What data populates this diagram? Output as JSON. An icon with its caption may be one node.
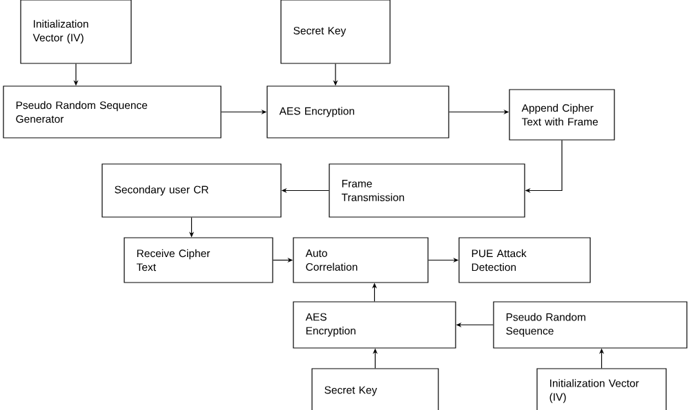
{
  "diagram": {
    "nodes": [
      {
        "text": [
          "Initialization Vector (IV)"
        ]
      },
      {
        "text": [
          "Secret Key"
        ]
      },
      {
        "text": [
          "Pseudo Random Sequence Generator"
        ]
      },
      {
        "text": [
          "AES Encryption"
        ]
      },
      {
        "text": [
          "Append Cipher Text with Frame"
        ]
      },
      {
        "text": [
          "Frame Transmission"
        ]
      },
      {
        "text": [
          "Secondary user CR"
        ]
      },
      {
        "text": [
          "Receive Cipher Text"
        ]
      },
      {
        "text": [
          "Auto Correlation"
        ]
      },
      {
        "text": [
          "PUE Attack Detection"
        ]
      },
      {
        "text": [
          "AES Encryption"
        ]
      },
      {
        "text": [
          "Pseudo Random Sequence"
        ]
      },
      {
        "text": [
          "Secret Key"
        ]
      },
      {
        "text": [
          "Initialization Vector (IV)"
        ]
      }
    ],
    "edges": [
      {
        "from": 0,
        "to": 2,
        "arrow": "to"
      },
      {
        "from": 1,
        "to": 3,
        "arrow": "to"
      },
      {
        "from": 2,
        "to": 3,
        "arrow": "to"
      },
      {
        "from": 3,
        "to": 4,
        "arrow": "to"
      },
      {
        "from": 4,
        "to": 5,
        "arrow": "to"
      },
      {
        "from": 5,
        "to": 6,
        "arrow": "to"
      },
      {
        "from": 6,
        "to": 7,
        "arrow": "to"
      },
      {
        "from": 7,
        "to": 8,
        "arrow": "to"
      },
      {
        "from": 8,
        "to": 9,
        "arrow": "to"
      },
      {
        "from": 10,
        "to": 8,
        "arrow": "to"
      },
      {
        "from": 11,
        "to": 10,
        "arrow": "to"
      },
      {
        "from": 12,
        "to": 10,
        "arrow": "to"
      },
      {
        "from": 13,
        "to": 11,
        "arrow": "to"
      }
    ]
  }
}
